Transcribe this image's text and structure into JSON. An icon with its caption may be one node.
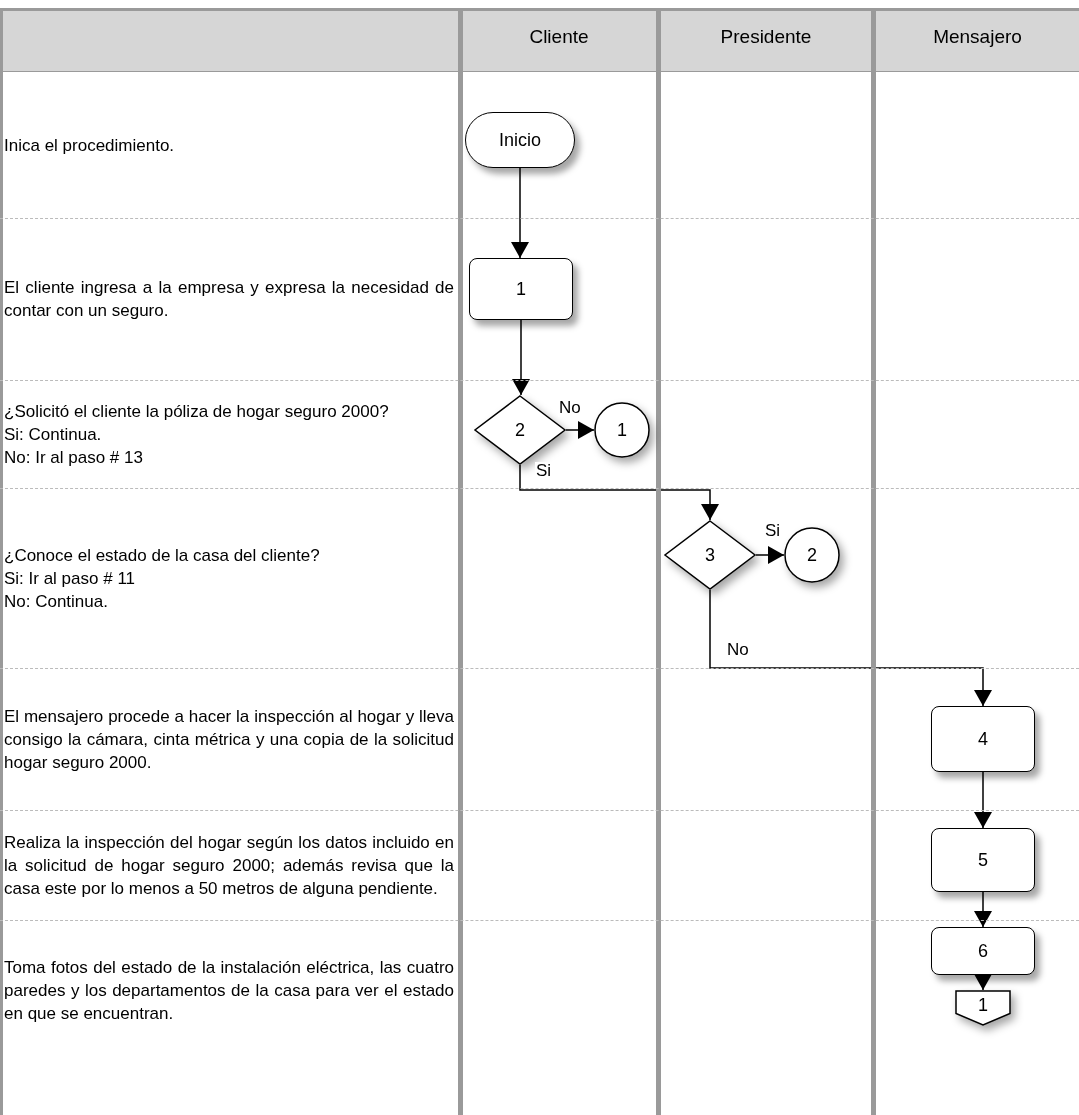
{
  "diagram": {
    "nodes": [
      {
        "text": [
          "Inicio"
        ]
      },
      {
        "text": [
          "1"
        ]
      },
      {
        "text": [
          "2"
        ]
      },
      {
        "text": [
          "1"
        ]
      },
      {
        "text": [
          "3"
        ]
      },
      {
        "text": [
          "2"
        ]
      },
      {
        "text": [
          "4"
        ]
      },
      {
        "text": [
          "5"
        ]
      },
      {
        "text": [
          "6"
        ]
      },
      {
        "text": [
          "1"
        ]
      }
    ],
    "edges": [
      {
        "from": 0,
        "to": 1,
        "arrow": "to"
      },
      {
        "from": 1,
        "to": 2,
        "arrow": "to"
      },
      {
        "from": 2,
        "to": 3,
        "label": "No",
        "arrow": "to"
      },
      {
        "from": 2,
        "to": 4,
        "label": "Si",
        "arrow": "to"
      },
      {
        "from": 4,
        "to": 5,
        "label": "Si",
        "arrow": "to"
      },
      {
        "from": 4,
        "to": 6,
        "label": "No",
        "arrow": "to"
      },
      {
        "from": 6,
        "to": 7,
        "arrow": "to"
      },
      {
        "from": 7,
        "to": 8,
        "arrow": "to"
      },
      {
        "from": 8,
        "to": 9,
        "arrow": "to"
      }
    ],
    "labels": [
      "Cliente",
      "Presidente",
      "Mensajero",
      "Inica el procedimiento.",
      "El cliente ingresa a la empresa y expresa la necesidad de contar con un seguro.",
      "¿Solicitó el cliente la póliza de hogar seguro 2000?",
      "Si: Continua.",
      "No: Ir al paso # 13",
      "¿Conoce el estado de la casa del cliente?",
      "Si: Ir al paso # 11",
      "No: Continua.",
      "El mensajero procede a hacer la inspección al hogar y lleva consigo la cámara, cinta métrica y una copia de la solicitud hogar seguro 2000.",
      "Realiza la inspección del hogar según los datos incluido en la solicitud de hogar seguro 2000; además revisa que la casa este por lo menos a 50 metros de alguna pendiente.",
      "Toma fotos del estado de la instalación eléctrica, las cuatro paredes y los departamentos de la casa para ver el estado en que se encuentran."
    ]
  }
}
